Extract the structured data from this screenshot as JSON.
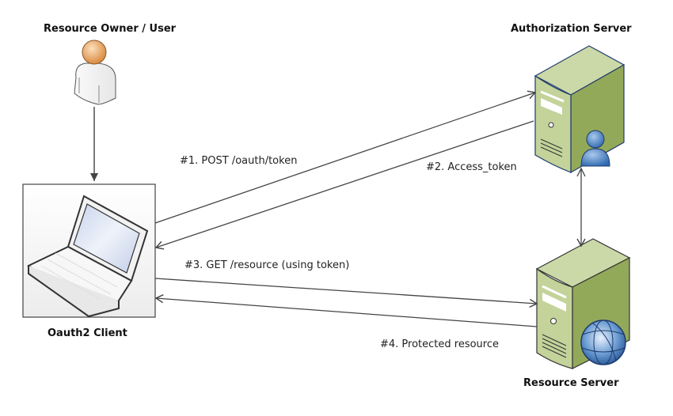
{
  "diagram": {
    "actors": {
      "user": {
        "label": "Resource Owner / User"
      },
      "client": {
        "label": "Oauth2 Client"
      },
      "auth_server": {
        "label": "Authorization Server"
      },
      "resource_server": {
        "label": "Resource Server"
      }
    },
    "flows": [
      {
        "label": "#1. POST  /oauth/token",
        "from": "client",
        "to": "auth_server"
      },
      {
        "label": "#2. Access_token",
        "from": "auth_server",
        "to": "client"
      },
      {
        "label": "#3. GET  /resource  (using token)",
        "from": "client",
        "to": "resource_server"
      },
      {
        "label": "#4. Protected resource",
        "from": "resource_server",
        "to": "client"
      }
    ],
    "links": [
      {
        "from": "user",
        "to": "client",
        "type": "arrow"
      },
      {
        "from": "auth_server",
        "to": "resource_server",
        "type": "bidirectional"
      }
    ],
    "colors": {
      "server_front": "#c3d39a",
      "server_side": "#93a95a",
      "server_outline": "#1f3a6b",
      "user_head": "#e8a05a",
      "globe": "#5b8fc9",
      "arrow": "#444444"
    }
  }
}
